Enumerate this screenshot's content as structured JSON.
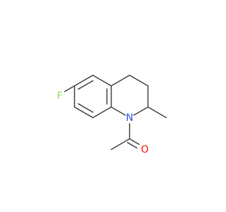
{
  "molecule": {
    "atoms": {
      "fluorine": {
        "symbol": "F",
        "color": "#90e050"
      },
      "nitrogen": {
        "symbol": "N",
        "color": "#3050f8"
      },
      "oxygen": {
        "symbol": "O",
        "color": "#ff0d0d"
      }
    },
    "bond_color": "#404040",
    "background": "#ffffff"
  }
}
